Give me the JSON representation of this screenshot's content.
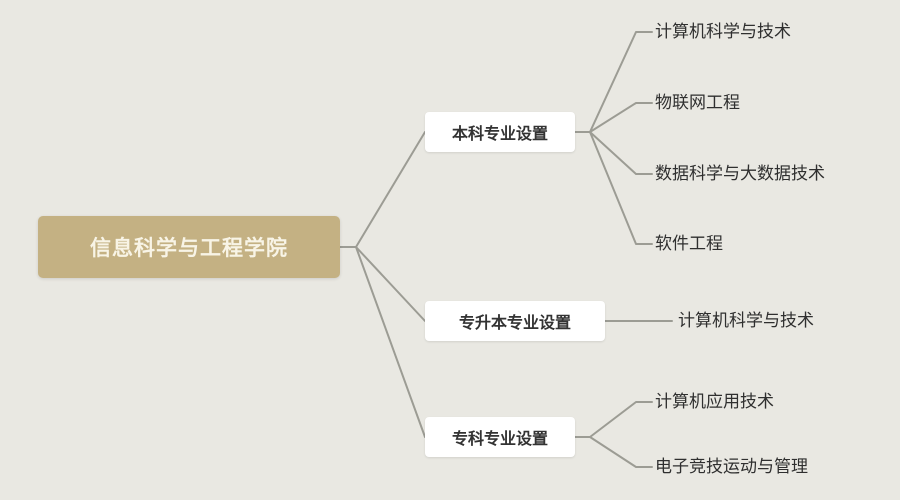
{
  "diagram": {
    "root": {
      "label": "信息科学与工程学院"
    },
    "branches": [
      {
        "label": "本科专业设置",
        "children": [
          "计算机科学与技术",
          "物联网工程",
          "数据科学与大数据技术",
          "软件工程"
        ]
      },
      {
        "label": "专升本专业设置",
        "children": [
          "计算机科学与技术"
        ]
      },
      {
        "label": "专科专业设置",
        "children": [
          "计算机应用技术",
          "电子竞技运动与管理"
        ]
      }
    ]
  },
  "colors": {
    "background": "#e9e8e2",
    "root_fill": "#c4b183",
    "root_text": "#f8f4e6",
    "node_fill": "#ffffff",
    "node_text": "#333333",
    "leaf_text": "#2f2f2f",
    "connector": "#9c9c94"
  }
}
